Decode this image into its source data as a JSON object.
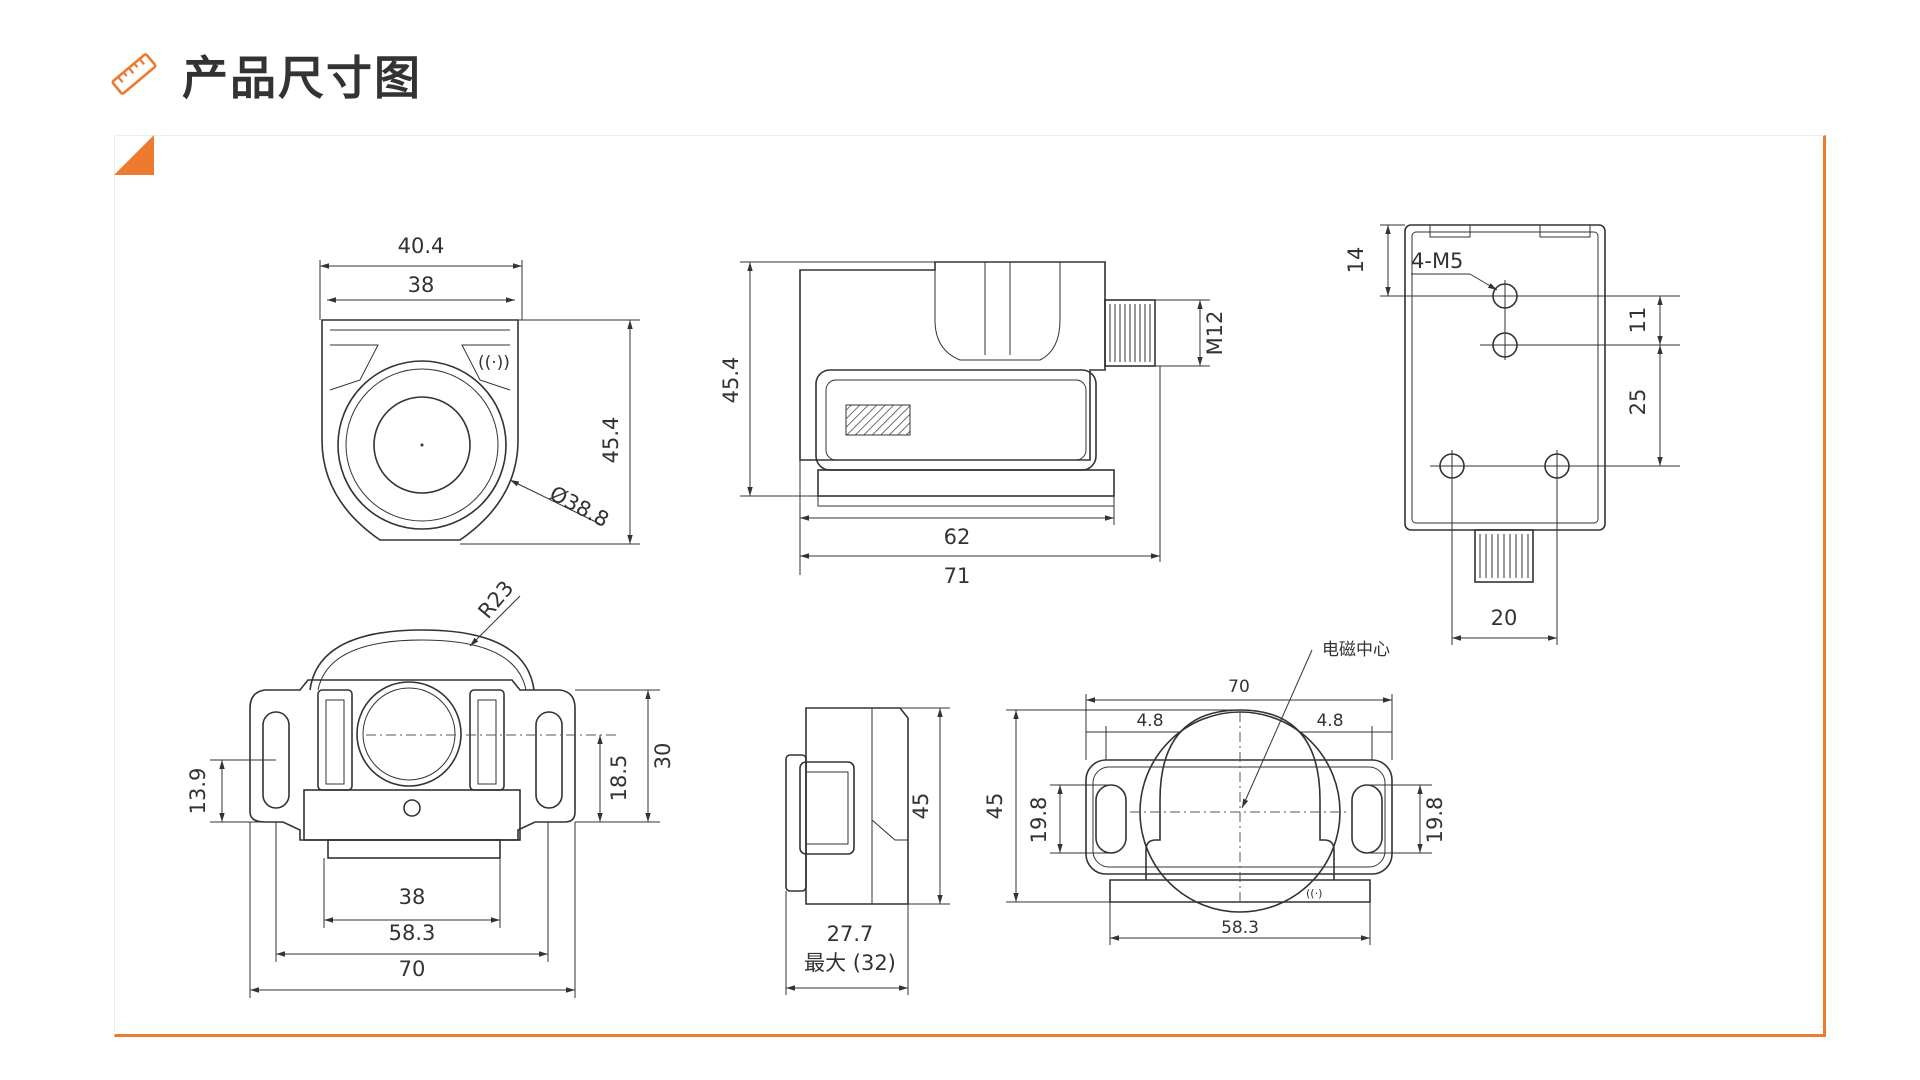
{
  "header": {
    "title": "产品尺寸图",
    "icon": "ruler-icon"
  },
  "colors": {
    "accent": "#ee7a2f",
    "line": "#333333"
  },
  "front_view": {
    "width_outer": "40.4",
    "width_inner": "38",
    "height": "45.4",
    "diameter": "Ø38.8"
  },
  "side_view": {
    "height": "45.4",
    "thread": "M12",
    "length_body": "62",
    "length_total": "71"
  },
  "top_view": {
    "offset": "14",
    "holes": "4-M5",
    "hole_pitch_1": "11",
    "hole_pitch_2": "25",
    "connector_width": "20"
  },
  "bottom_front": {
    "radius": "R23",
    "slot_height": "13.9",
    "slot_height_2": "18.5",
    "height": "30",
    "width_1": "38",
    "width_2": "58.3",
    "width_3": "70"
  },
  "bottom_side": {
    "height": "45",
    "depth": "27.7",
    "depth_max": "最大 (32)"
  },
  "bottom_plan": {
    "em_center": "电磁中心",
    "width": "70",
    "margin_left": "4.8",
    "margin_right": "4.8",
    "height": "45",
    "slot_left": "19.8",
    "slot_right": "19.8",
    "base_width": "58.3"
  }
}
